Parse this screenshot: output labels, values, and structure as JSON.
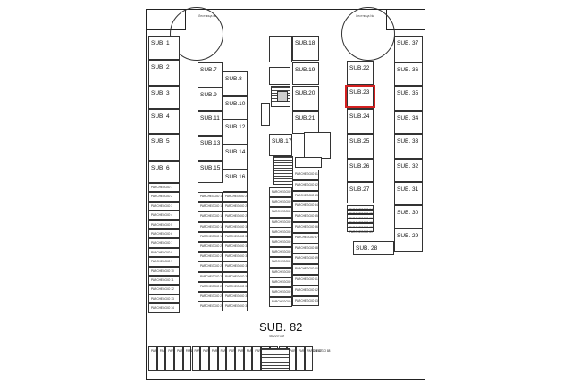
{
  "main_label": "SUB. 82",
  "main_area": "46 220 Ом",
  "label_overflow": "SUB. 28",
  "col_a": [
    "SUB. 1",
    "SUB. 2",
    "SUB. 3",
    "SUB. 4",
    "SUB. 5",
    "SUB. 6"
  ],
  "col_b": [
    "SUB.7",
    "SUB.9",
    "SUB.11",
    "SUB.13",
    "SUB.15"
  ],
  "col_c": [
    "SUB.8",
    "SUB.10",
    "SUB.12",
    "SUB.14",
    "SUB.16"
  ],
  "col_d": [
    "SUB.18",
    "SUB.19",
    "SUB.20",
    "SUB.21",
    "SUB.17"
  ],
  "col_e": [
    "SUB.22",
    "SUB.23",
    "SUB.24",
    "SUB.25",
    "SUB.26",
    "SUB.27"
  ],
  "col_f": [
    "SUB. 37",
    "SUB. 36",
    "SUB. 35",
    "SUB. 34",
    "SUB. 33",
    "SUB. 32",
    "SUB. 31",
    "SUB. 30",
    "SUB. 29"
  ],
  "top_labels": [
    "Лестница №",
    "Лестница №"
  ],
  "grid_a": [
    "PARCHEGGIO 1",
    "PARCHEGGIO 2",
    "PARCHEGGIO 3",
    "PARCHEGGIO 4",
    "PARCHEGGIO 5",
    "PARCHEGGIO 6",
    "PARCHEGGIO 7",
    "PARCHEGGIO 8",
    "PARCHEGGIO 9",
    "PARCHEGGIO 10",
    "PARCHEGGIO 11",
    "PARCHEGGIO 12",
    "PARCHEGGIO 13",
    "PARCHEGGIO 14"
  ],
  "grid_b": [
    "PARCHEGGIO 15",
    "PARCHEGGIO 16",
    "PARCHEGGIO 17",
    "PARCHEGGIO 18",
    "PARCHEGGIO 19",
    "PARCHEGGIO 20",
    "PARCHEGGIO 21",
    "PARCHEGGIO 22",
    "PARCHEGGIO 23",
    "PARCHEGGIO 24",
    "PARCHEGGIO 25",
    "PARCHEGGIO 26"
  ],
  "grid_c": [
    "PARCHEGGIO 27",
    "PARCHEGGIO 28",
    "PARCHEGGIO 29",
    "PARCHEGGIO 30",
    "PARCHEGGIO 31",
    "PARCHEGGIO 32",
    "PARCHEGGIO 33",
    "PARCHEGGIO 34",
    "PARCHEGGIO 35",
    "PARCHEGGIO 36",
    "PARCHEGGIO 37",
    "PARCHEGGIO 38"
  ],
  "grid_d": [
    "PARCHEGGIO 39",
    "PARCHEGGIO 40",
    "PARCHEGGIO 41",
    "PARCHEGGIO 42",
    "PARCHEGGIO 43",
    "PARCHEGGIO 44",
    "PARCHEGGIO 45",
    "PARCHEGGIO 46",
    "PARCHEGGIO 47",
    "PARCHEGGIO 48",
    "PARCHEGGIO 49",
    "PARCHEGGIO 50"
  ],
  "grid_e": [
    "PARCHEGGIO 51",
    "PARCHEGGIO 52",
    "PARCHEGGIO 53",
    "PARCHEGGIO 54",
    "PARCHEGGIO 55",
    "PARCHEGGIO 56",
    "PARCHEGGIO 57",
    "PARCHEGGIO 58",
    "PARCHEGGIO 59",
    "PARCHEGGIO 60",
    "PARCHEGGIO 61",
    "PARCHEGGIO 62",
    "PARCHEGGIO 63"
  ],
  "grid_f": [
    "PARCHEGGIO 64",
    "PARCHEGGIO 65",
    "PARCHEGGIO 66",
    "PARCHEGGIO 67",
    "PARCHEGGIO 68",
    "PARCHEGGIO 69"
  ],
  "bottom_row": [
    "PARCHEGGIO 70",
    "PARCHEGGIO 71",
    "PARCHEGGIO 72",
    "PARCHEGGIO 73",
    "PARCHEGGIO 74",
    "PARCHEGGIO 75",
    "PARCHEGGIO 76",
    "PARCHEGGIO 77",
    "PARCHEGGIO 78",
    "PARCHEGGIO 79",
    "PARCHEGGIO 80",
    "PARCHEGGIO 81",
    "PARCHEGGIO 82",
    "PARCHEGGIO 83",
    "PARCHEGGIO 84",
    "PARCHEGGIO 85",
    "PARCHEGGIO 86",
    "PARCHEGGIO 87",
    "PARCHEGGIO 88"
  ],
  "highlight_color": "#d42020"
}
